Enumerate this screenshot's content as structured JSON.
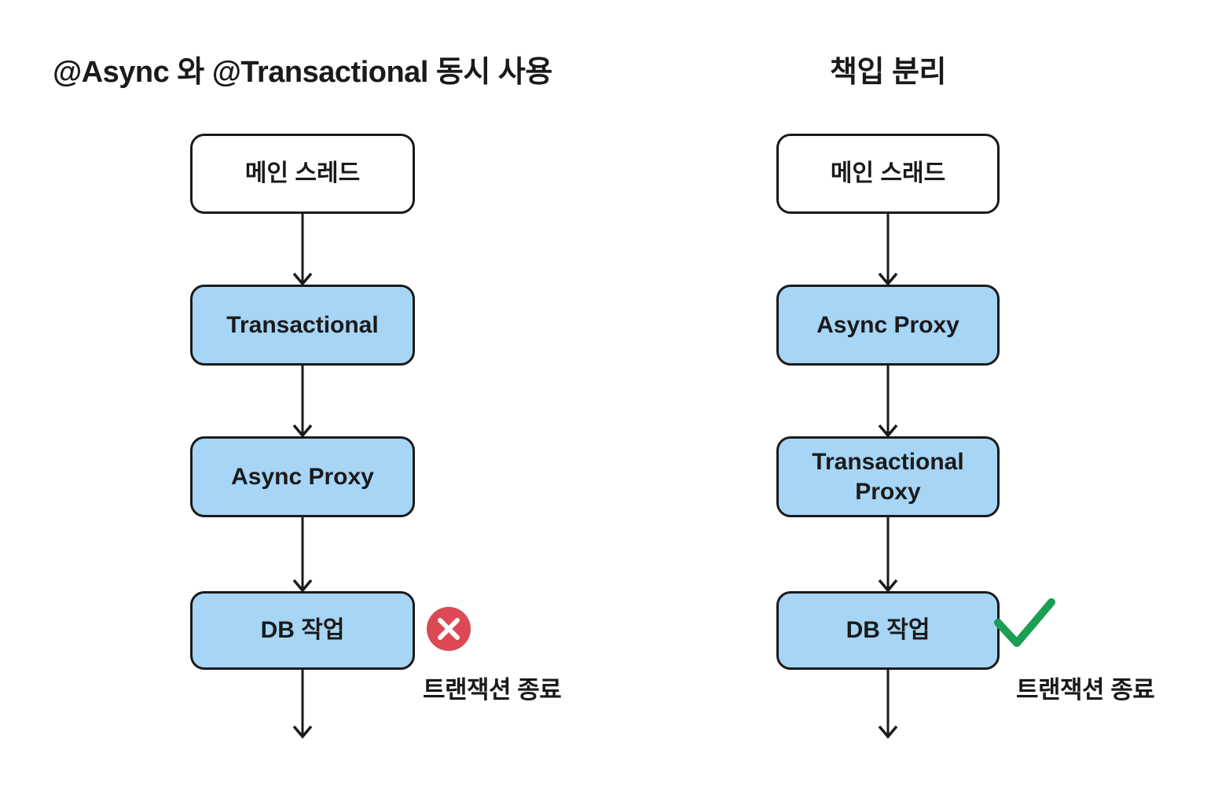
{
  "colors": {
    "background": "#ffffff",
    "text": "#1a1a1a",
    "node_border": "#1a1a1a",
    "node_fill_white": "#ffffff",
    "node_fill_blue": "#a6d5f5",
    "arrow": "#1a1a1a",
    "error_red": "#db4a54",
    "error_x_white": "#ffffff",
    "success_green": "#1c9e53"
  },
  "diagram": {
    "left": {
      "title": "@Async 와 @Transactional 동시 사용",
      "nodes": [
        {
          "label": "메인 스레드",
          "fill": "white"
        },
        {
          "label": "Transactional",
          "fill": "blue"
        },
        {
          "label": "Async Proxy",
          "fill": "blue"
        },
        {
          "label": "DB 작업",
          "fill": "blue"
        }
      ],
      "result": {
        "icon": "error-x-icon",
        "label": "트랜잭션 종료"
      }
    },
    "right": {
      "title": "책입 분리",
      "nodes": [
        {
          "label": "메인 스래드",
          "fill": "white"
        },
        {
          "label": "Async Proxy",
          "fill": "blue"
        },
        {
          "label": "Transactional Proxy",
          "fill": "blue"
        },
        {
          "label": "DB 작업",
          "fill": "blue"
        }
      ],
      "result": {
        "icon": "success-check-icon",
        "label": "트랜잭션 종료"
      }
    }
  }
}
